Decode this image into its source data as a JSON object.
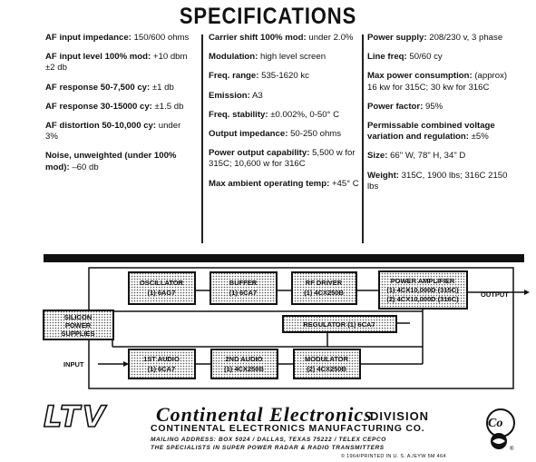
{
  "title": "SPECIFICATIONS",
  "columns": [
    [
      {
        "label": "AF input impedance:",
        "value": "150/600 ohms"
      },
      {
        "label": "AF input level 100% mod:",
        "value": "+10 dbm ±2 db"
      },
      {
        "label": "AF response 50-7,500 cy:",
        "value": "±1 db"
      },
      {
        "label": "AF response 30-15000 cy:",
        "value": "±1.5 db"
      },
      {
        "label": "AF distortion 50-10,000 cy:",
        "value": "under 3%"
      },
      {
        "label": "Noise, unweighted (under 100% mod):",
        "value": "–60 db"
      }
    ],
    [
      {
        "label": "Carrier shift 100% mod:",
        "value": "under 2.0%"
      },
      {
        "label": "Modulation:",
        "value": "high level screen"
      },
      {
        "label": "Freq. range:",
        "value": "535-1620 kc"
      },
      {
        "label": "Emission:",
        "value": "A3"
      },
      {
        "label": "Freq. stability:",
        "value": "±0.002%, 0-50° C"
      },
      {
        "label": "Output impedance:",
        "value": "50-250 ohms"
      },
      {
        "label": "Power output capability:",
        "value": "5,500 w for 315C; 10,600 w for 316C"
      },
      {
        "label": "Max ambient operating temp:",
        "value": "+45° C"
      }
    ],
    [
      {
        "label": "Power supply:",
        "value": "208/230 v, 3 phase"
      },
      {
        "label": "Line freq:",
        "value": "50/60 cy"
      },
      {
        "label": "Max power consumption:",
        "value": "(approx) 16 kw for 315C; 30 kw for 316C"
      },
      {
        "label": "Power factor:",
        "value": "95%"
      },
      {
        "label": "Permissable combined voltage variation and regulation:",
        "value": "±5%"
      },
      {
        "label": "Size:",
        "value": "66\" W, 78\" H, 34\" D"
      },
      {
        "label": "Weight:",
        "value": "315C, 1900 lbs; 316C 2150 lbs"
      }
    ]
  ],
  "diagram": {
    "oscillator": [
      "OSCILLATOR",
      "(1) 6AG7"
    ],
    "buffer": [
      "BUFFER",
      "(1) 6CA7"
    ],
    "rf_driver": [
      "RF DRIVER",
      "(1) 4CX250B"
    ],
    "power_amplifier": [
      "POWER AMPLIFIER",
      "(1)  4CX10,000D  (315C)",
      "(2)  4CX10,000D  (316C)"
    ],
    "silicon": [
      "SILICON",
      "POWER",
      "SUPPLIES"
    ],
    "regulator": "REGULATOR  (1)  6CA7",
    "audio1": [
      "1ST AUDIO",
      "(1) 6CA7"
    ],
    "audio2": [
      "2ND AUDIO",
      "(1) 4CX250B"
    ],
    "modulator": [
      "MODULATOR",
      "(2) 4CX250B"
    ],
    "input_label": "INPUT",
    "output_label": "OUTPUT"
  },
  "footer": {
    "ltv": "LTV",
    "company": "Continental Electronics",
    "division": "DIVISION",
    "mfg": "CONTINENTAL ELECTRONICS MANUFACTURING CO.",
    "address": "MAILING ADDRESS: BOX 5024 / DALLAS, TEXAS 75222 / TELEX CEPCO",
    "tagline": "THE SPECIALISTS IN SUPER POWER RADAR & RADIO TRANSMITTERS",
    "copyright": "© 1964/PRINTED IN U. S. A./EYW 5M 464"
  }
}
